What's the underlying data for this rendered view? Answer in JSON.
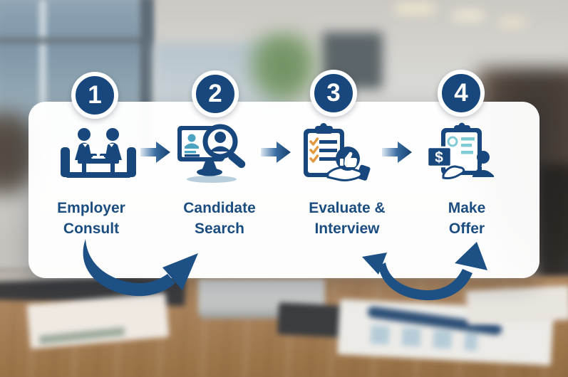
{
  "steps": [
    {
      "number": "1",
      "label_line1": "Employer",
      "label_line2": "Consult",
      "icon": "employer-consult-icon"
    },
    {
      "number": "2",
      "label_line1": "Candidate",
      "label_line2": "Search",
      "icon": "candidate-search-icon"
    },
    {
      "number": "3",
      "label_line1": "Evaluate &",
      "label_line2": "Interview",
      "icon": "evaluate-interview-icon"
    },
    {
      "number": "4",
      "label_line1": "Make",
      "label_line2": "Offer",
      "icon": "make-offer-icon"
    }
  ],
  "colors": {
    "navy": "#17477c",
    "label_text": "#1c4d80",
    "teal": "#4aa3c0",
    "light_teal": "#7ecbd6",
    "check_orange": "#e2993f",
    "card_background": "#ffffff",
    "desk_wood": "#a9825c"
  }
}
